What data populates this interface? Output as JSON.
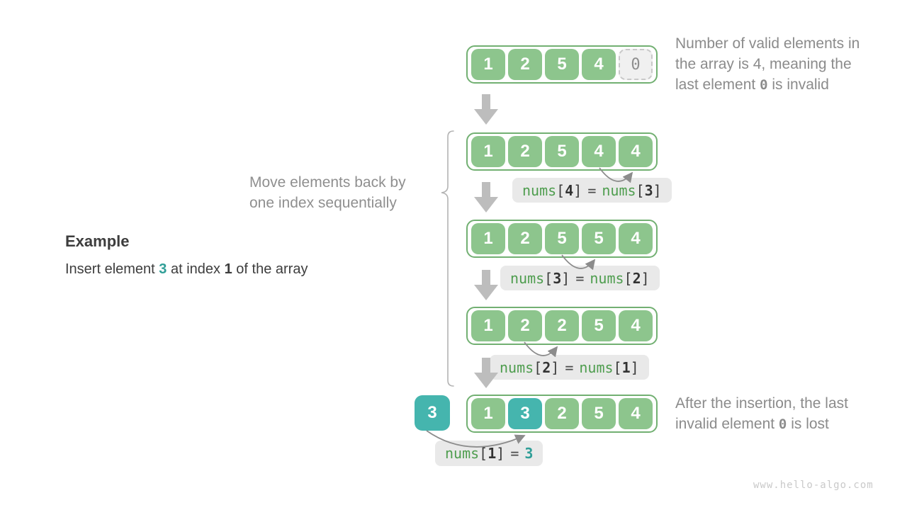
{
  "example": {
    "title": "Example",
    "desc": {
      "p1": "Insert element ",
      "v1": "3",
      "p2": " at index ",
      "v2": "1",
      "p3": " of the array"
    }
  },
  "move_note": {
    "l1": "Move elements back by",
    "l2": "one index sequentially"
  },
  "notes": {
    "top": {
      "l1": "Number of valid elements in",
      "l2": "the array is 4, meaning the",
      "l3a": "last element ",
      "l3b": "0",
      "l3c": " is invalid"
    },
    "bottom": {
      "l1": "After the insertion, the last",
      "l2a": "invalid element ",
      "l2b": "0",
      "l2c": " is lost"
    }
  },
  "inserted_value": "3",
  "rows": [
    {
      "cells": [
        "1",
        "2",
        "5",
        "4",
        "0"
      ],
      "invalid_index": 4
    },
    {
      "cells": [
        "1",
        "2",
        "5",
        "4",
        "4"
      ]
    },
    {
      "cells": [
        "1",
        "2",
        "5",
        "5",
        "4"
      ]
    },
    {
      "cells": [
        "1",
        "2",
        "2",
        "5",
        "4"
      ]
    },
    {
      "cells": [
        "1",
        "3",
        "2",
        "5",
        "4"
      ],
      "highlight_index": 1
    }
  ],
  "ops": [
    {
      "fn1": "nums",
      "lb1": "[",
      "i1": "4",
      "rb1": "]",
      "eq": "=",
      "fn2": "nums",
      "lb2": "[",
      "i2": "3",
      "rb2": "]"
    },
    {
      "fn1": "nums",
      "lb1": "[",
      "i1": "3",
      "rb1": "]",
      "eq": "=",
      "fn2": "nums",
      "lb2": "[",
      "i2": "2",
      "rb2": "]"
    },
    {
      "fn1": "nums",
      "lb1": "[",
      "i1": "2",
      "rb1": "]",
      "eq": "=",
      "fn2": "nums",
      "lb2": "[",
      "i2": "1",
      "rb2": "]"
    },
    {
      "fn1": "nums",
      "lb1": "[",
      "i1": "1",
      "rb1": "]",
      "eq": "=",
      "val": "3"
    }
  ],
  "watermark": "www.hello-algo.com",
  "colors": {
    "cell_green": "#8dc58d",
    "cell_teal": "#45b5ae",
    "container_border_green": "#72b072",
    "invalid_fill": "#f0f0f0",
    "invalid_border": "#c9c9c9",
    "label_bg": "#e9e9e9",
    "label_fn_green": "#4e9d4e",
    "label_val_teal": "#2f9e97",
    "note_gray": "#8b8b8b",
    "block_arrow_gray": "#bdbdbd",
    "arc_arrow_gray": "#8c8c8c",
    "brace_gray": "#b3b3b3",
    "watermark_gray": "#c9c9c9"
  }
}
